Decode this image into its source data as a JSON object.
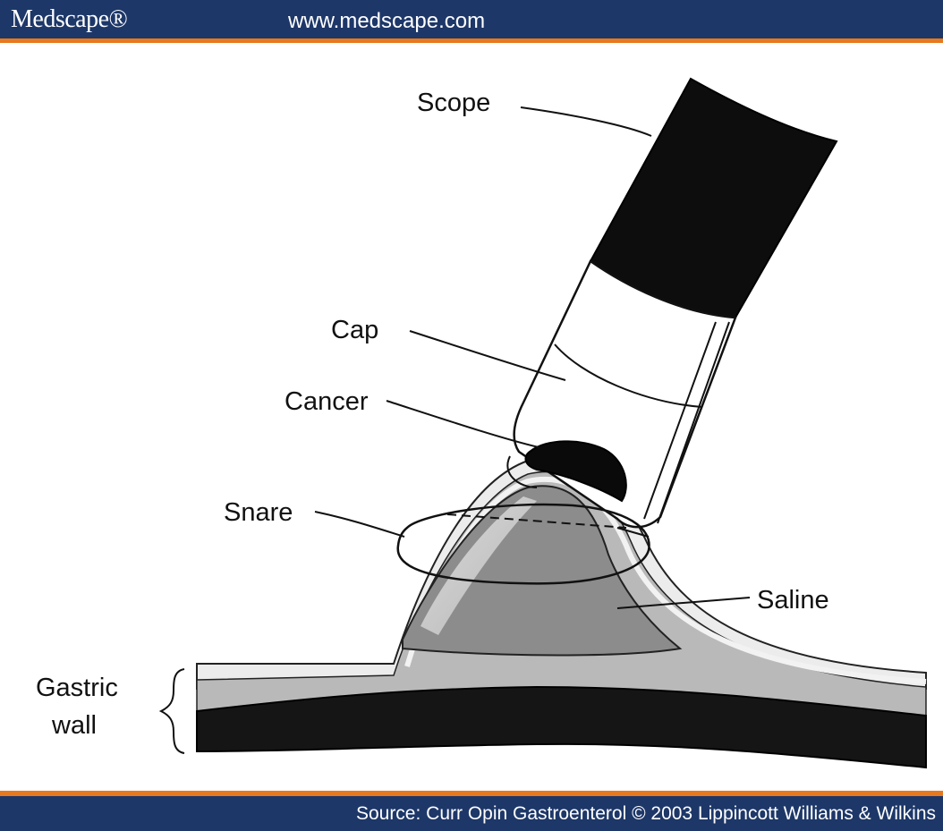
{
  "header": {
    "brand": "Medscape®",
    "url": "www.medscape.com"
  },
  "diagram": {
    "labels": {
      "scope": "Scope",
      "cap": "Cap",
      "cancer": "Cancer",
      "snare": "Snare",
      "saline": "Saline",
      "gastric_line1": "Gastric",
      "gastric_line2": "wall"
    }
  },
  "footer": {
    "source": "Source: Curr Opin Gastroenterol © 2003 Lippincott Williams & Wilkins"
  },
  "colors": {
    "header_bg": "#1d3768",
    "accent": "#e8791e"
  }
}
